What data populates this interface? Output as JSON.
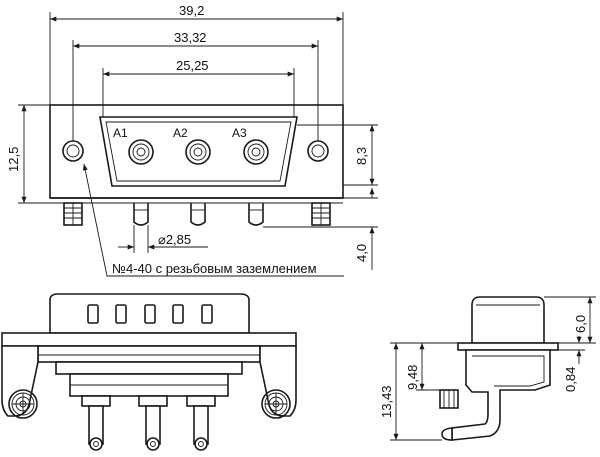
{
  "dimensions": {
    "overall_width": "39,2",
    "mount_hole_spacing": "33,32",
    "shell_width": "25,25",
    "flange_height": "12,5",
    "shell_height": "8,3",
    "pin_diameter": "⌀2,85",
    "pin_length": "4,0",
    "top_height": "6,0",
    "front_height": "9,48",
    "total_height": "13,43",
    "offset": "0,84"
  },
  "contacts": [
    "A1",
    "A2",
    "A3"
  ],
  "callout": "№4-40 с резьбовым заземлением"
}
